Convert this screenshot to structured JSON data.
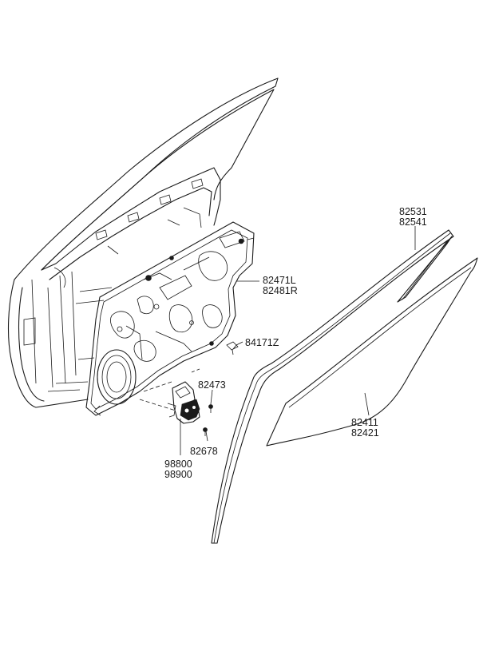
{
  "labels": {
    "glass_run_upper": "82531",
    "glass_run_lower": "82541",
    "module_panel_left": "82471L",
    "module_panel_right": "82481R",
    "clip": "84171Z",
    "screw_upper": "82473",
    "screw_lower": "82678",
    "regulator_motor_a": "98800",
    "regulator_motor_b": "98900",
    "door_glass_a": "82411",
    "door_glass_b": "82421"
  }
}
